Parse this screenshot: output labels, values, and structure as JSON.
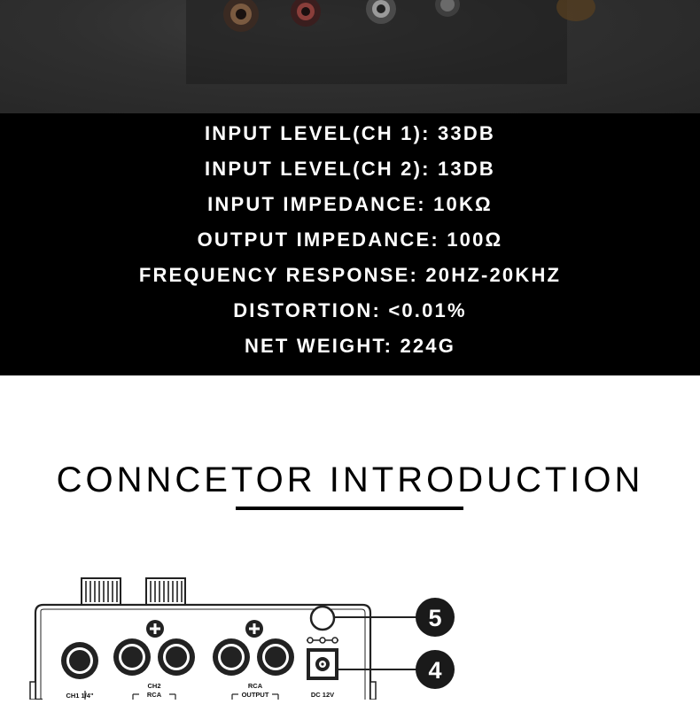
{
  "specs": [
    "INPUT LEVEL(CH 1): 33DB",
    "INPUT LEVEL(CH 2): 13DB",
    "INPUT IMPEDANCE: 10KΩ",
    "OUTPUT IMPEDANCE: 100Ω",
    "FREQUENCY RESPONSE: 20HZ-20KHZ",
    "DISTORTION: <0.01%",
    "NET WEIGHT: 224G"
  ],
  "section": {
    "title": "CONNCETOR INTRODUCTION"
  },
  "diagram": {
    "labels": {
      "ch1": "CH1 1/4\"",
      "ch2": "CH2",
      "ch2_rca": "RCA",
      "rca": "RCA",
      "output": "OUTPUT",
      "dc": "DC 12V"
    },
    "callouts": [
      "5",
      "4"
    ]
  },
  "colors": {
    "spec_background": "#000000",
    "spec_text": "#ffffff",
    "title_text": "#000000",
    "callout_badge": "#1a1a1a"
  }
}
